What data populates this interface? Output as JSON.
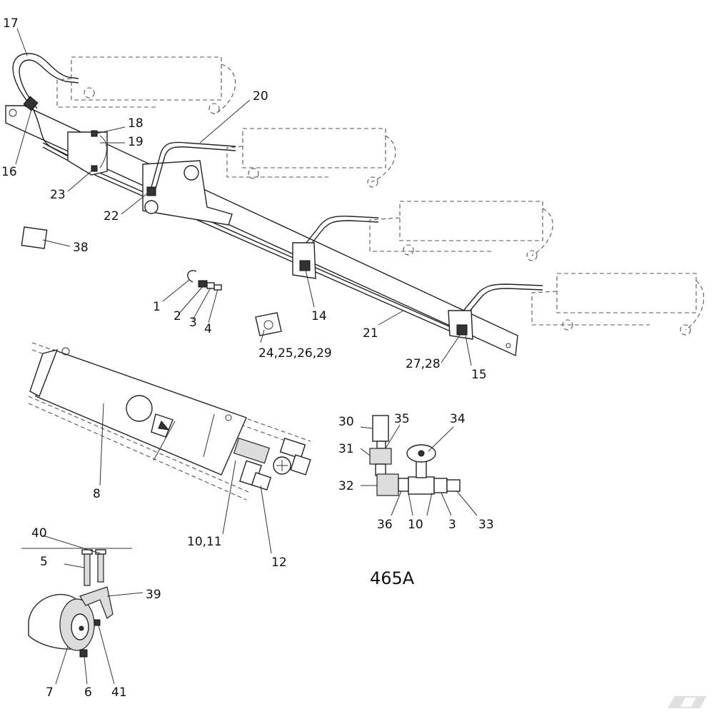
{
  "diagram_code": "465A",
  "callouts": {
    "c1": "1",
    "c2": "2",
    "c3a": "3",
    "c4": "4",
    "c5": "5",
    "c6": "6",
    "c7": "7",
    "c8": "8",
    "c10": "10",
    "c10_11": "10,11",
    "c12": "12",
    "c14": "14",
    "c15": "15",
    "c16": "16",
    "c17": "17",
    "c18": "18",
    "c19": "19",
    "c20": "20",
    "c21": "21",
    "c22": "22",
    "c23": "23",
    "c24_29": "24,25,26,29",
    "c27_28": "27,28",
    "c30": "30",
    "c31": "31",
    "c32": "32",
    "c33": "33",
    "c34": "34",
    "c35": "35",
    "c36": "36",
    "c3b": "3",
    "c38": "38",
    "c39": "39",
    "c40": "40",
    "c41": "41"
  }
}
